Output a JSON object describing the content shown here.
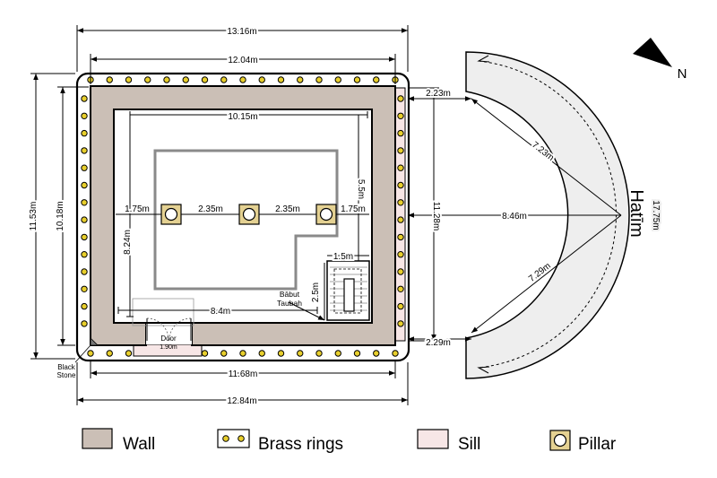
{
  "colors": {
    "wall": "#cbbfb6",
    "sill": "#f7e6e6",
    "pillar": "#e4d192",
    "ring": "#e8cf2c",
    "hatim": "#eeeeee",
    "floor_outline": "#8a8a8a"
  },
  "compass": {
    "label": "N"
  },
  "dimensions": {
    "top_outer": "13.16m",
    "top_inner": "12.04m",
    "interior_width": "10.15m",
    "left_outer": "11.53m",
    "left_inner": "10.18m",
    "interior_height": "8.24m",
    "bottom_floor": "8.4m",
    "bottom_inner": "11.68m",
    "bottom_outer": "12.84m",
    "right_height": "11.28m",
    "floor_height": "5.5m",
    "pillar_gap_left": "1.75m",
    "pillar_gap_1": "2.35m",
    "pillar_gap_2": "2.35m",
    "pillar_gap_right": "1.75m",
    "stair_width": "1.5m",
    "stair_height": "2.5m",
    "gap_top": "2.23m",
    "gap_bottom": "2.29m",
    "radius_top": "7.23m",
    "radius_mid": "8.46m",
    "radius_bottom": "7.29m",
    "hatim_length": "17.75m"
  },
  "labels": {
    "door": "Door",
    "door_width": "1.90m",
    "babut_line1": "Bābut",
    "babut_line2": "Taubah",
    "black_stone_line1": "Black",
    "black_stone_line2": "Stone",
    "hatim": "Hatīm"
  },
  "legend": [
    {
      "label": "Wall",
      "icon": "wall-swatch"
    },
    {
      "label": "Brass rings",
      "icon": "brass-rings-swatch"
    },
    {
      "label": "Sill",
      "icon": "sill-swatch"
    },
    {
      "label": "Pillar",
      "icon": "pillar-swatch"
    }
  ]
}
